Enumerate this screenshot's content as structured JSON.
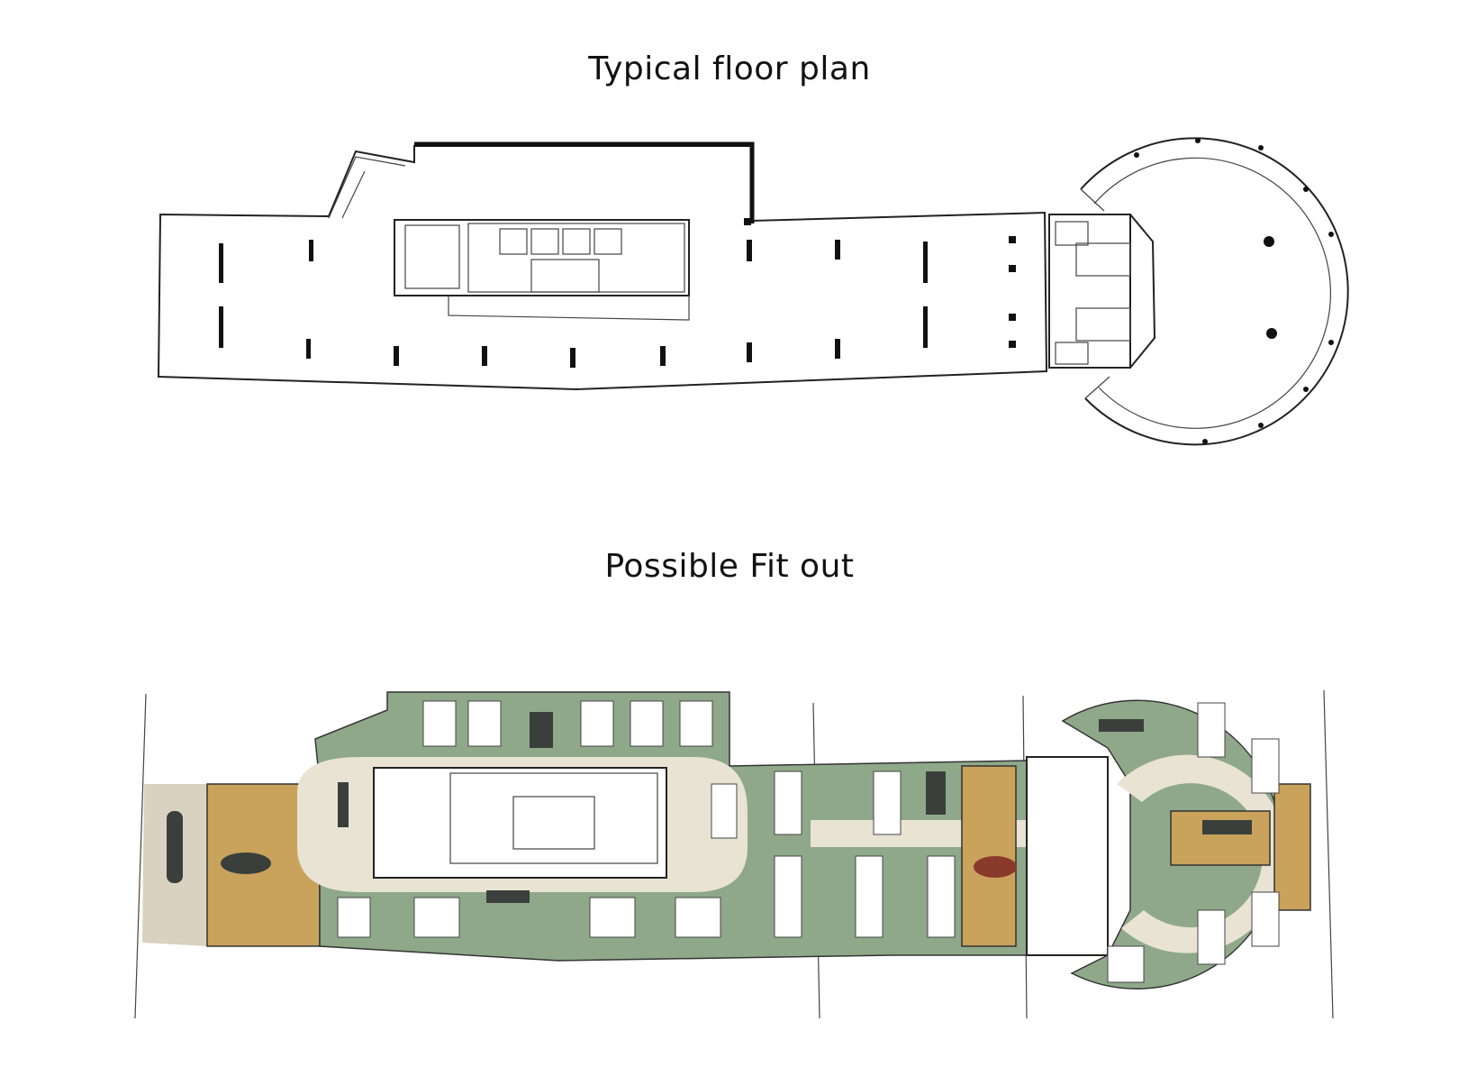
{
  "titles": {
    "top": "Typical floor plan",
    "bottom": "Possible Fit out"
  },
  "colors": {
    "wall": "#222222",
    "workspace_green": "#8fa88a",
    "circulation_beige": "#e8e3d3",
    "breakout_wood": "#c9a25c",
    "meeting_table": "#3a3f3c"
  },
  "plans": [
    {
      "id": "typical-floor-plan",
      "style": "line-drawing"
    },
    {
      "id": "possible-fit-out",
      "style": "colored-furnished"
    }
  ]
}
